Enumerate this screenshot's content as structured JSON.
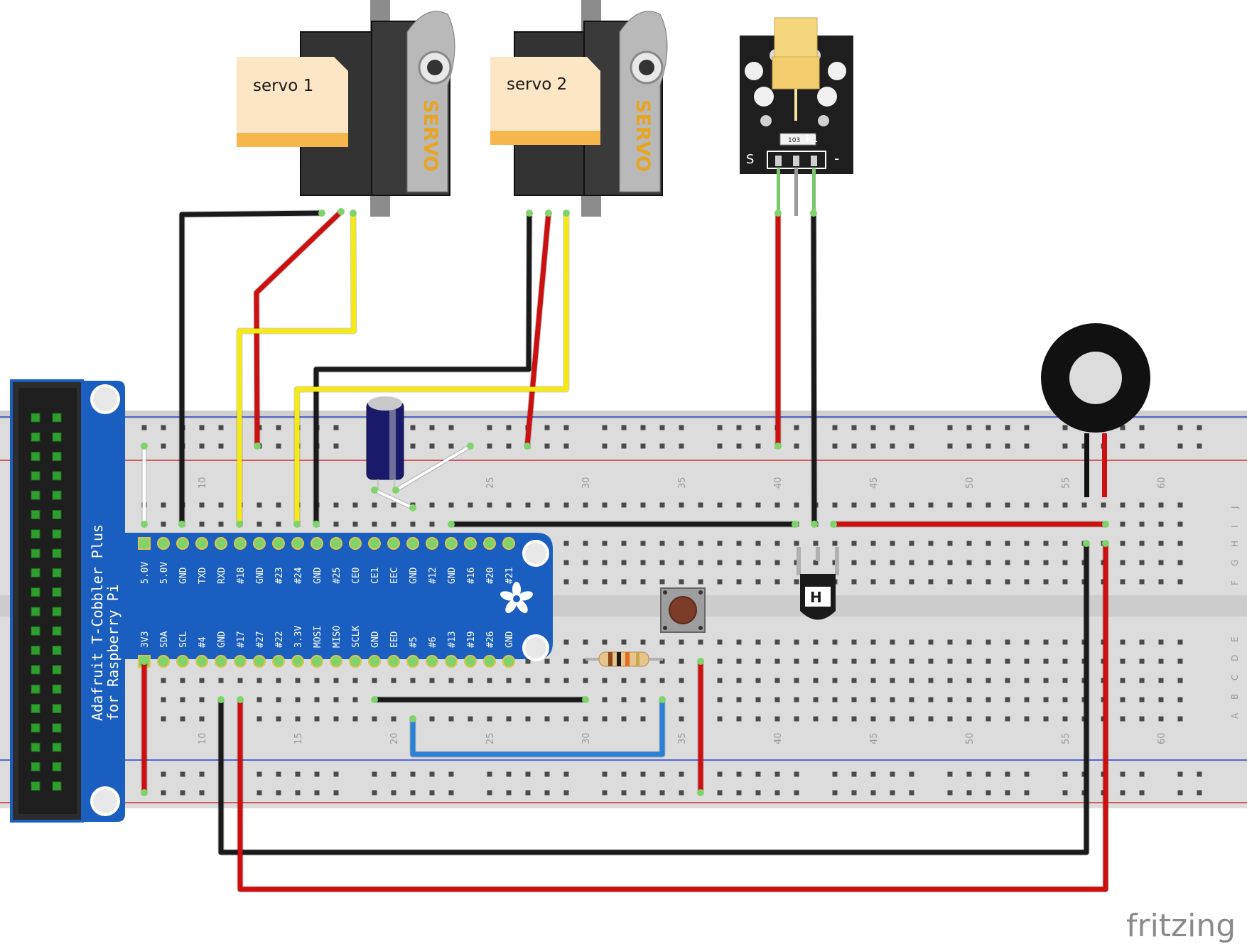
{
  "breadboard": {
    "column_numbers": [
      "10",
      "15",
      "20",
      "25",
      "30",
      "35",
      "40",
      "45",
      "50",
      "55",
      "60"
    ],
    "row_letters_top": [
      "J",
      "I",
      "H",
      "G",
      "F"
    ],
    "row_letters_bottom": [
      "E",
      "D",
      "C",
      "B",
      "A"
    ]
  },
  "cobbler": {
    "title_line1": "Adafruit T-Cobbler Plus",
    "title_line2": "for Raspberry Pi",
    "top_pins": [
      "5.0V",
      "5.0V",
      "GND",
      "TXD",
      "RXD",
      "#18",
      "GND",
      "#23",
      "#24",
      "GND",
      "#25",
      "CE0",
      "CE1",
      "EEC",
      "GND",
      "#12",
      "GND",
      "#16",
      "#20",
      "#21"
    ],
    "bottom_pins": [
      "3V3",
      "SDA",
      "SCL",
      "#4",
      "GND",
      "#17",
      "#27",
      "#22",
      "3.3V",
      "MOSI",
      "MISO",
      "SCLK",
      "GND",
      "EED",
      "#5",
      "#6",
      "#13",
      "#19",
      "#26",
      "GND"
    ]
  },
  "servo1": {
    "label": "servo 1",
    "brand": "SERVO"
  },
  "servo2": {
    "label": "servo 2",
    "brand": "SERVO"
  },
  "laser_module": {
    "resistor_code": "103",
    "resistor_label": "R1",
    "pin_s": "S",
    "pin_minus": "-"
  },
  "watermark": "fritzing",
  "colors": {
    "board_blue": "#1a5fbf",
    "wire_red": "#cc1010",
    "wire_black": "#1a1a1a",
    "wire_yellow": "#f5ea13",
    "wire_blue": "#2a7fd6",
    "wire_white": "#ffffff",
    "rail_red": "#d23030",
    "rail_blue": "#2a3fc9"
  }
}
